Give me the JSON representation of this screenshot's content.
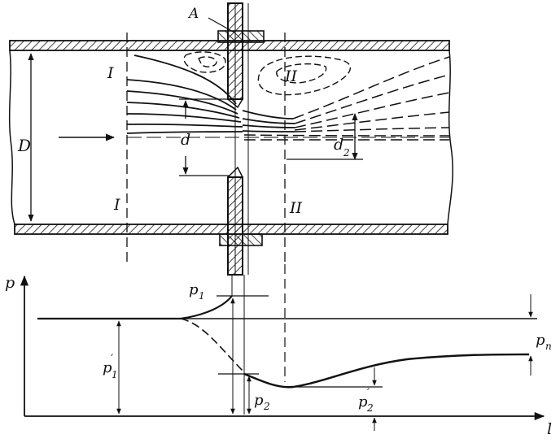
{
  "diagram": {
    "labels": {
      "orifice": "A",
      "pipe_diameter": "D",
      "orifice_diameter": "d",
      "jet_diameter": "d",
      "jet_diameter_sub": "2",
      "section_one_top": "I",
      "section_one_bottom": "I",
      "section_two_bottom": "II",
      "vortex_zone": "II",
      "axis_pressure": "p",
      "axis_length": "l",
      "p1": "p",
      "p1_sub": "1",
      "p1_prime": "p",
      "p1_prime_sub": "1",
      "p1_prime_mark": "′",
      "p2": "p",
      "p2_sub": "2",
      "p2_prime": "p",
      "p2_prime_sub": "2",
      "p2_prime_mark": "′",
      "p_loss": "p",
      "p_loss_sub": "п"
    },
    "colors": {
      "ink": "#111111",
      "paper": "#ffffff"
    }
  }
}
